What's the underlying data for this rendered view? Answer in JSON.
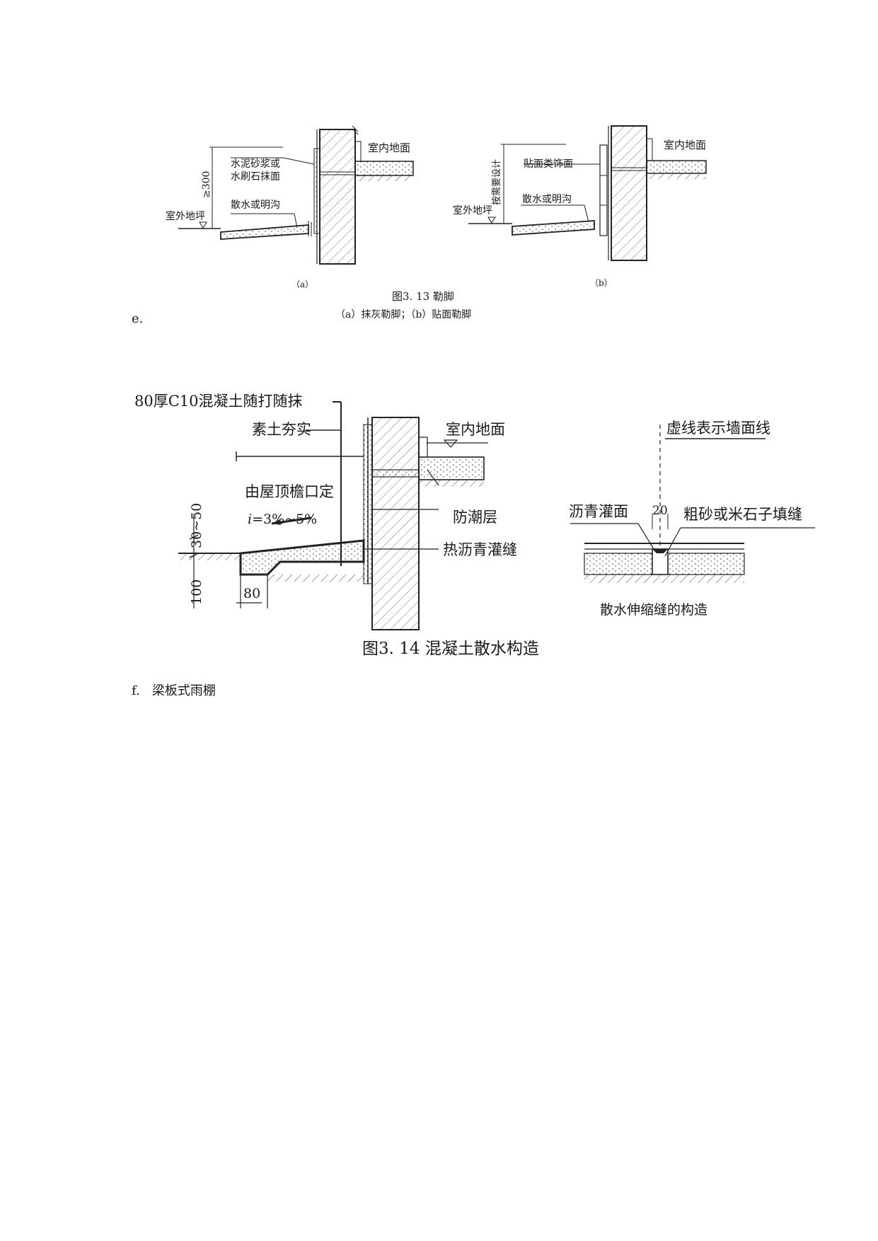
{
  "figure_313": {
    "panel_a": {
      "indoor_floor": "室内地面",
      "plaster_line1": "水泥砂浆或",
      "plaster_line2": "水刷石抹面",
      "height_dim": "≥300",
      "apron": "散水或明沟",
      "outdoor_ground": "室外地坪",
      "panel_label": "（a）"
    },
    "panel_b": {
      "indoor_floor": "室内地面",
      "veneer": "贴面类饰面",
      "height_dim": "按需要设计",
      "apron": "散水或明沟",
      "outdoor_ground": "室外地坪",
      "panel_label": "（b）"
    },
    "title": "图3. 13 勒脚",
    "subtitle": "（a）抹灰勒脚；（b）贴面勒脚"
  },
  "item_e": "e.",
  "figure_314": {
    "main": {
      "layer1": "80厚C10混凝土随打随抹",
      "layer2": "素土夯实",
      "indoor_floor": "室内地面",
      "width_note": "由屋顶檐口定",
      "slope_i": "i",
      "slope_rest": "=3%~5%",
      "damp_course": "防潮层",
      "asphalt_joint": "热沥青灌缝",
      "dim_30_50": "30~50",
      "dim_100": "100",
      "dim_80": "80"
    },
    "joint_detail": {
      "dashed_note": "虚线表示墙面线",
      "asphalt_top": "沥青灌面",
      "dim_20": "20",
      "filler": "粗砂或米石子填缝",
      "caption": "散水伸缩缝的构造"
    },
    "title": "图3. 14  混凝土散水构造"
  },
  "item_f": "f.   梁板式雨棚"
}
